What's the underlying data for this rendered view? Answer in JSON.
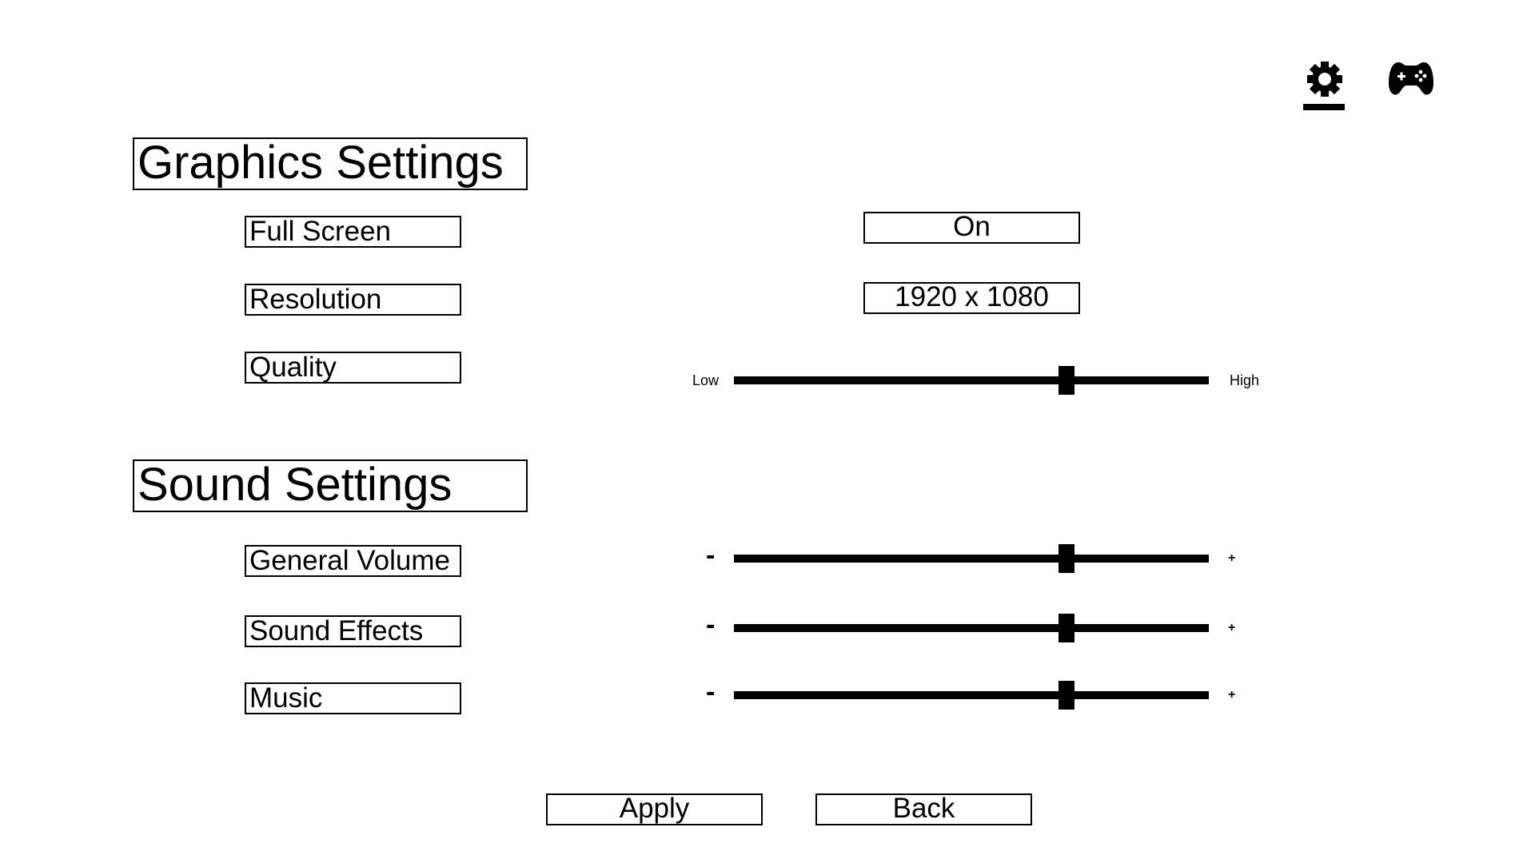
{
  "top_bar": {
    "icons": [
      {
        "name": "gear-icon",
        "active": true
      },
      {
        "name": "gamepad-icon",
        "active": false
      }
    ]
  },
  "graphics": {
    "title": "Graphics Settings",
    "fullscreen": {
      "label": "Full Screen",
      "value": "On"
    },
    "resolution": {
      "label": "Resolution",
      "value": "1920 x 1080"
    },
    "quality": {
      "label": "Quality",
      "min_label": "Low",
      "max_label": "High",
      "level": 0.7
    }
  },
  "sound": {
    "title": "Sound Settings",
    "general_volume": {
      "label": "General Volume",
      "level": 0.7
    },
    "sound_effects": {
      "label": "Sound Effects",
      "level": 0.7
    },
    "music": {
      "label": "Music",
      "level": 0.7
    },
    "minus_symbol": "-",
    "plus_symbol": "+"
  },
  "buttons": {
    "apply_label": "Apply",
    "back_label": "Back"
  }
}
